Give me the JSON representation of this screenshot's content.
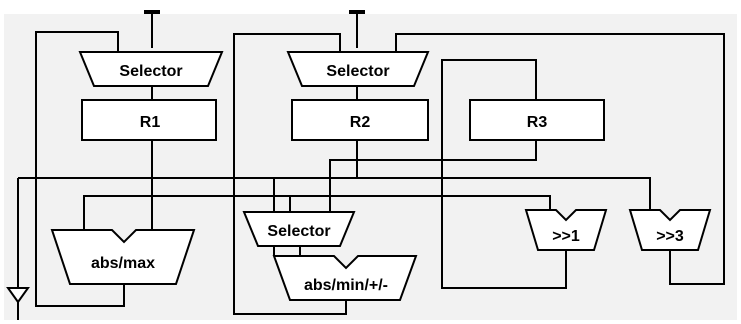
{
  "colors": {
    "background": "#f2f2f2",
    "stroke": "#000000",
    "block_fill": "#ffffff",
    "text": "#000000"
  },
  "blocks": {
    "selector_left": "Selector",
    "selector_mid": "Selector",
    "selector_low": "Selector",
    "r1": "R1",
    "r2": "R2",
    "r3": "R3",
    "abs_max": "abs/max",
    "abs_min_add_sub": "abs/min/+/-",
    "shift_right_1": ">>1",
    "shift_right_3": ">>3"
  }
}
